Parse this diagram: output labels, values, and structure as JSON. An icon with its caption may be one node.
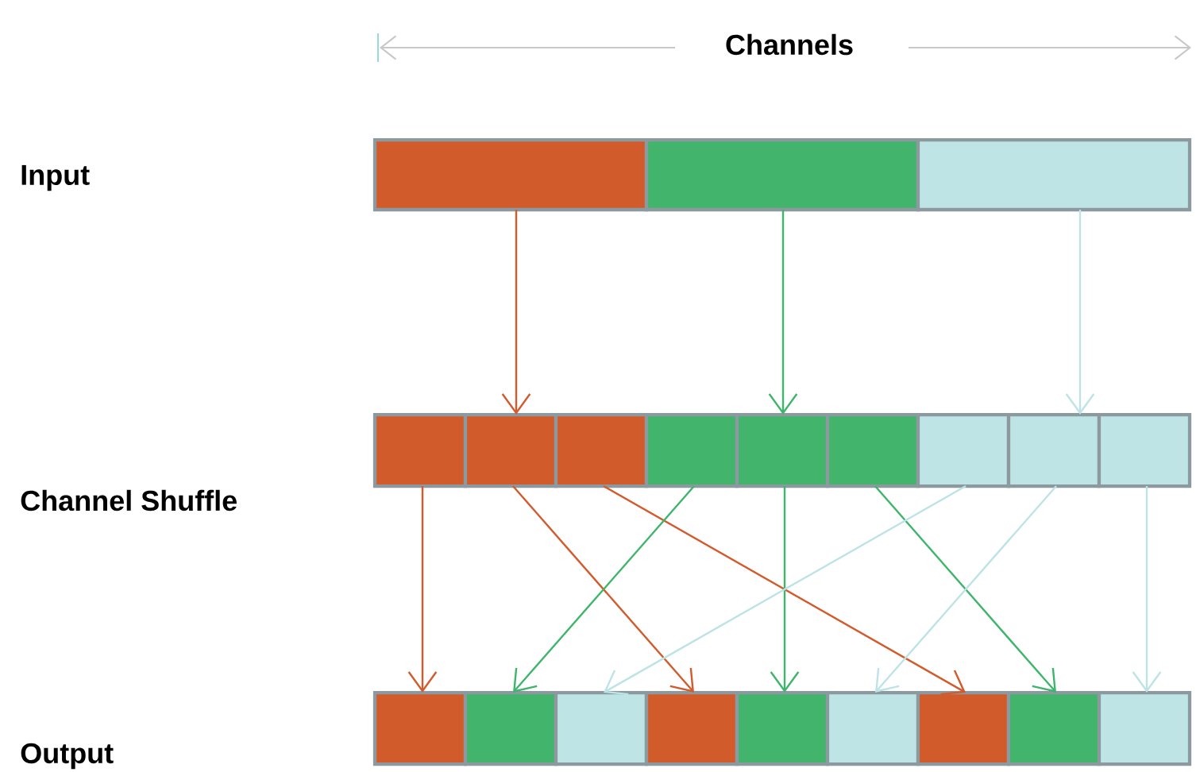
{
  "diagram": {
    "nodes": [
      {
        "text": [],
        "shape": "box"
      },
      {
        "text": [],
        "shape": "box"
      },
      {
        "text": [],
        "shape": "box"
      },
      {
        "text": [],
        "shape": "box"
      },
      {
        "text": [],
        "shape": "box"
      },
      {
        "text": [],
        "shape": "box"
      },
      {
        "text": [],
        "shape": "box"
      },
      {
        "text": [],
        "shape": "box"
      },
      {
        "text": [],
        "shape": "box"
      },
      {
        "text": [],
        "shape": "box"
      },
      {
        "text": [],
        "shape": "box"
      },
      {
        "text": [],
        "shape": "box"
      },
      {
        "text": [],
        "shape": "box"
      },
      {
        "text": [],
        "shape": "box"
      },
      {
        "text": [],
        "shape": "box"
      },
      {
        "text": [],
        "shape": "box"
      },
      {
        "text": [],
        "shape": "box"
      },
      {
        "text": [],
        "shape": "box"
      },
      {
        "text": [],
        "shape": "box"
      },
      {
        "text": [],
        "shape": "box"
      },
      {
        "text": [],
        "shape": "box"
      }
    ],
    "edges": [
      {
        "from": 0,
        "to": 4,
        "arrow": "to",
        "color": "#d35a2b"
      },
      {
        "from": 1,
        "to": 7,
        "arrow": "to",
        "color": "#3db56a"
      },
      {
        "from": 2,
        "to": 10,
        "arrow": "to",
        "color": "#bde3e6"
      },
      {
        "from": 3,
        "to": 12,
        "arrow": "to",
        "color": "#d35a2b"
      },
      {
        "from": 4,
        "to": 15,
        "arrow": "to",
        "color": "#d35a2b"
      },
      {
        "from": 5,
        "to": 18,
        "arrow": "to",
        "color": "#d35a2b"
      },
      {
        "from": 6,
        "to": 13,
        "arrow": "to",
        "color": "#3db56a"
      },
      {
        "from": 7,
        "to": 16,
        "arrow": "to",
        "color": "#3db56a"
      },
      {
        "from": 8,
        "to": 19,
        "arrow": "to",
        "color": "#3db56a"
      },
      {
        "from": 9,
        "to": 14,
        "arrow": "to",
        "color": "#bde3e6"
      },
      {
        "from": 10,
        "to": 17,
        "arrow": "to",
        "color": "#bde3e6"
      },
      {
        "from": 11,
        "to": 20,
        "arrow": "to",
        "color": "#bde3e6"
      }
    ],
    "labels": [
      "Channels",
      "Input",
      "Channel Shuffle",
      "Output"
    ]
  }
}
